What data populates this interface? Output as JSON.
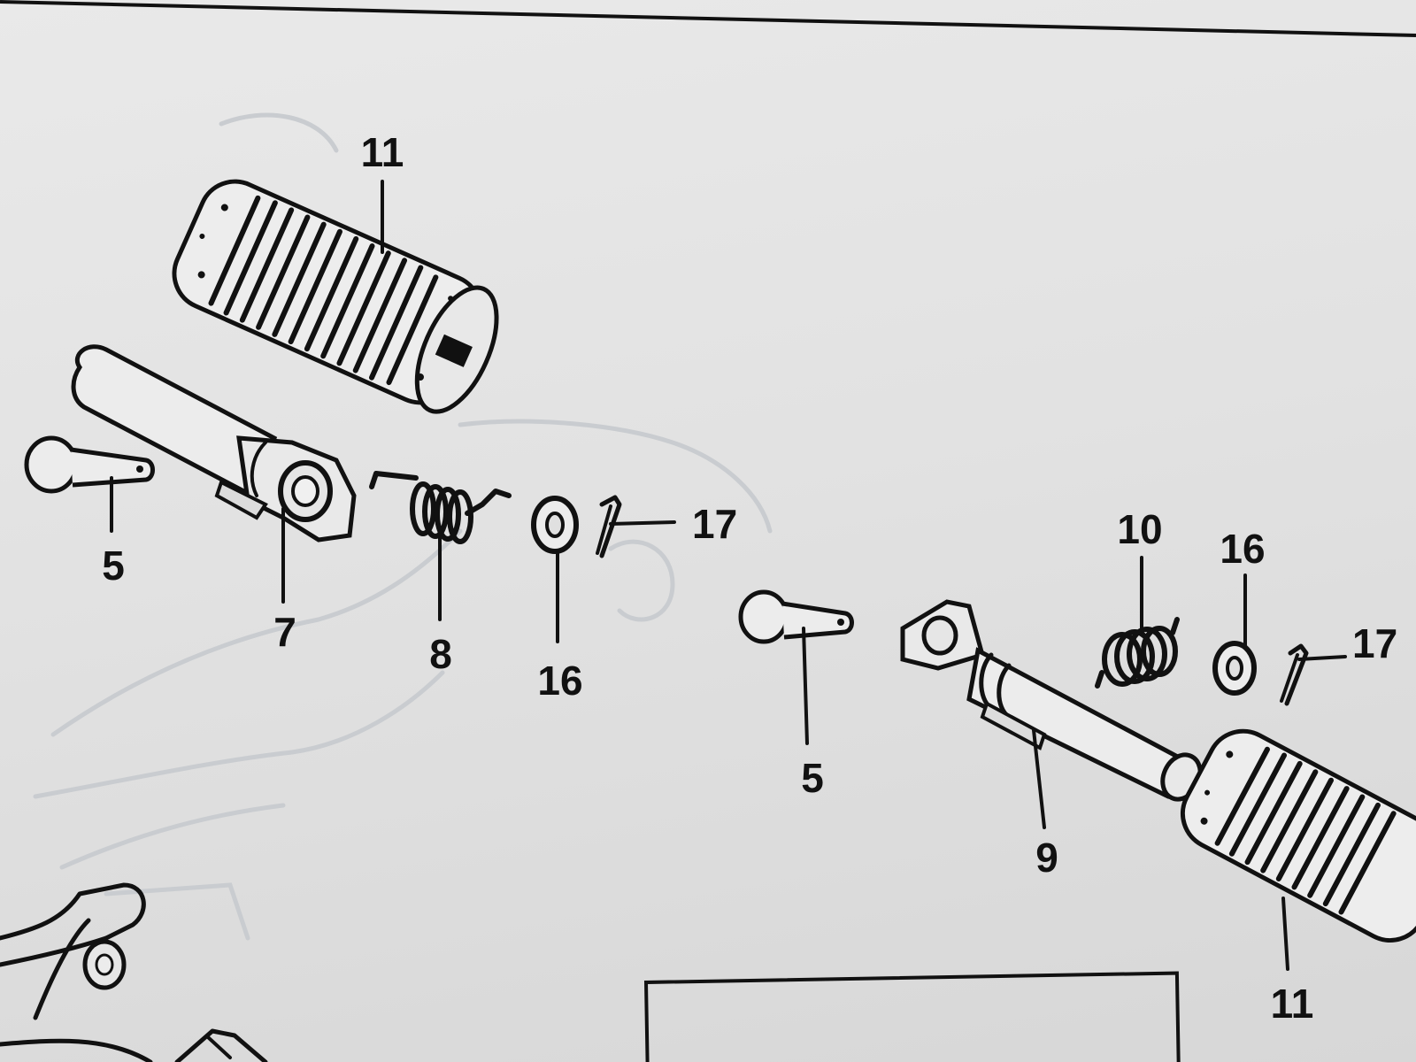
{
  "diagram": {
    "callouts": [
      {
        "id": "c11-top",
        "label": "11"
      },
      {
        "id": "c5-left",
        "label": "5"
      },
      {
        "id": "c7",
        "label": "7"
      },
      {
        "id": "c8",
        "label": "8"
      },
      {
        "id": "c16-left",
        "label": "16"
      },
      {
        "id": "c17-left",
        "label": "17"
      },
      {
        "id": "c10",
        "label": "10"
      },
      {
        "id": "c16-right",
        "label": "16"
      },
      {
        "id": "c17-right",
        "label": "17"
      },
      {
        "id": "c5-right",
        "label": "5"
      },
      {
        "id": "c9",
        "label": "9"
      },
      {
        "id": "c11-bottom",
        "label": "11"
      }
    ],
    "colors": {
      "ink": "#111111",
      "paper": "#e6e6e6",
      "ghost": "#c9ccd0"
    }
  }
}
